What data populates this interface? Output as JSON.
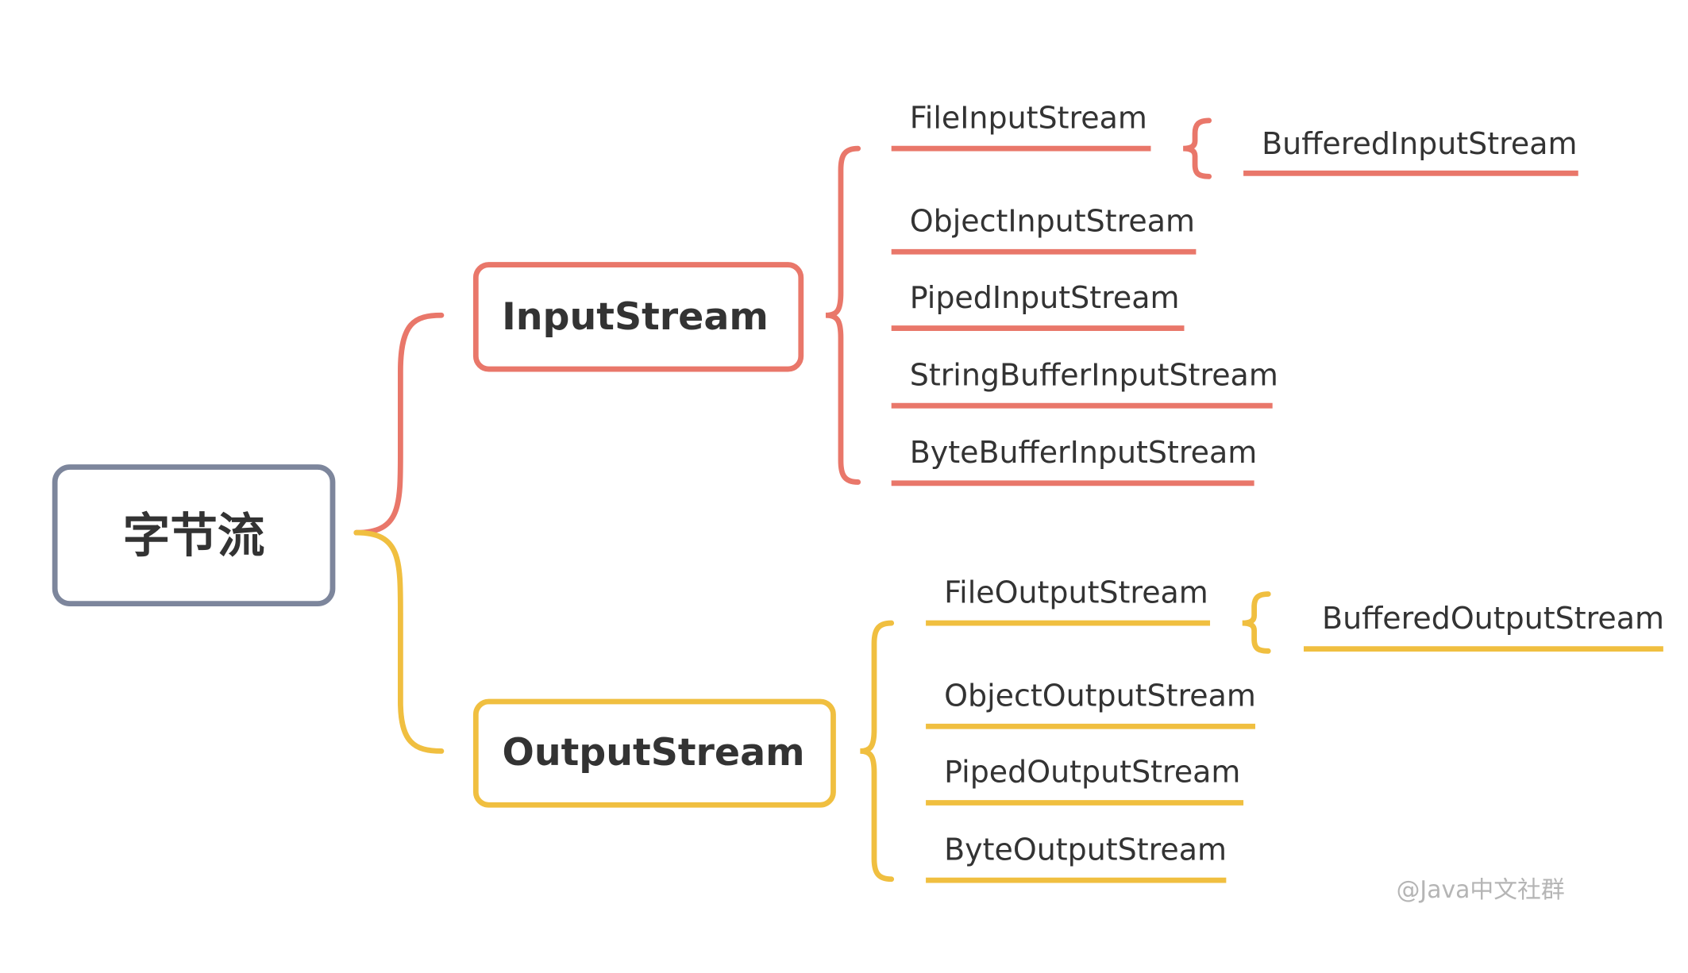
{
  "root": {
    "label": "字节流"
  },
  "colors": {
    "root": "#7d869c",
    "input": "#e9776a",
    "output": "#f0bf40"
  },
  "branches": [
    {
      "id": "input",
      "label": "InputStream",
      "children": [
        {
          "label": "FileInputStream",
          "sub": "BufferedInputStream"
        },
        {
          "label": "ObjectInputStream"
        },
        {
          "label": "PipedInputStream"
        },
        {
          "label": "StringBufferInputStream"
        },
        {
          "label": "ByteBufferInputStream"
        }
      ]
    },
    {
      "id": "output",
      "label": "OutputStream",
      "children": [
        {
          "label": "FileOutputStream",
          "sub": "BufferedOutputStream"
        },
        {
          "label": "ObjectOutputStream"
        },
        {
          "label": "PipedOutputStream"
        },
        {
          "label": "ByteOutputStream"
        }
      ]
    }
  ],
  "watermark": "@Java中文社群"
}
